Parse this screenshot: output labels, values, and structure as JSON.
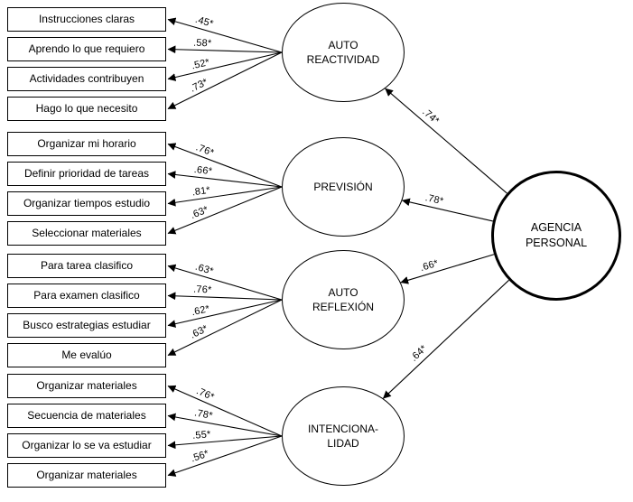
{
  "diagram": {
    "second_order_factor": {
      "line1": "AGENCIA",
      "line2": "PERSONAL"
    },
    "groups": [
      {
        "factor_lines": [
          "AUTO",
          "REACTIVIDAD"
        ],
        "path_coefficient": ".74*",
        "indicators": [
          {
            "label": "Instrucciones claras",
            "loading": ".45*"
          },
          {
            "label": "Aprendo lo que requiero",
            "loading": ".58*"
          },
          {
            "label": "Actividades contribuyen",
            "loading": ".52*"
          },
          {
            "label": "Hago lo que necesito",
            "loading": ".73*"
          }
        ]
      },
      {
        "factor_lines": [
          "PREVISIÓN"
        ],
        "path_coefficient": ".78*",
        "indicators": [
          {
            "label": "Organizar mi horario",
            "loading": ".76*"
          },
          {
            "label": "Definir prioridad de tareas",
            "loading": ".66*"
          },
          {
            "label": "Organizar tiempos estudio",
            "loading": ".81*"
          },
          {
            "label": "Seleccionar materiales",
            "loading": ".63*"
          }
        ]
      },
      {
        "factor_lines": [
          "AUTO",
          "REFLEXIÓN"
        ],
        "path_coefficient": ".66*",
        "indicators": [
          {
            "label": "Para tarea clasifico",
            "loading": ".63*"
          },
          {
            "label": "Para examen clasifico",
            "loading": ".76*"
          },
          {
            "label": "Busco estrategias estudiar",
            "loading": ".62*"
          },
          {
            "label": "Me evalúo",
            "loading": ".63*"
          }
        ]
      },
      {
        "factor_lines": [
          "INTENCIONA-",
          "LIDAD"
        ],
        "path_coefficient": ".64*",
        "indicators": [
          {
            "label": "Organizar materiales",
            "loading": ".76*"
          },
          {
            "label": "Secuencia de materiales",
            "loading": ".78*"
          },
          {
            "label": "Organizar lo se va estudiar",
            "loading": ".55*"
          },
          {
            "label": "Organizar materiales",
            "loading": ".56*"
          }
        ]
      }
    ]
  }
}
